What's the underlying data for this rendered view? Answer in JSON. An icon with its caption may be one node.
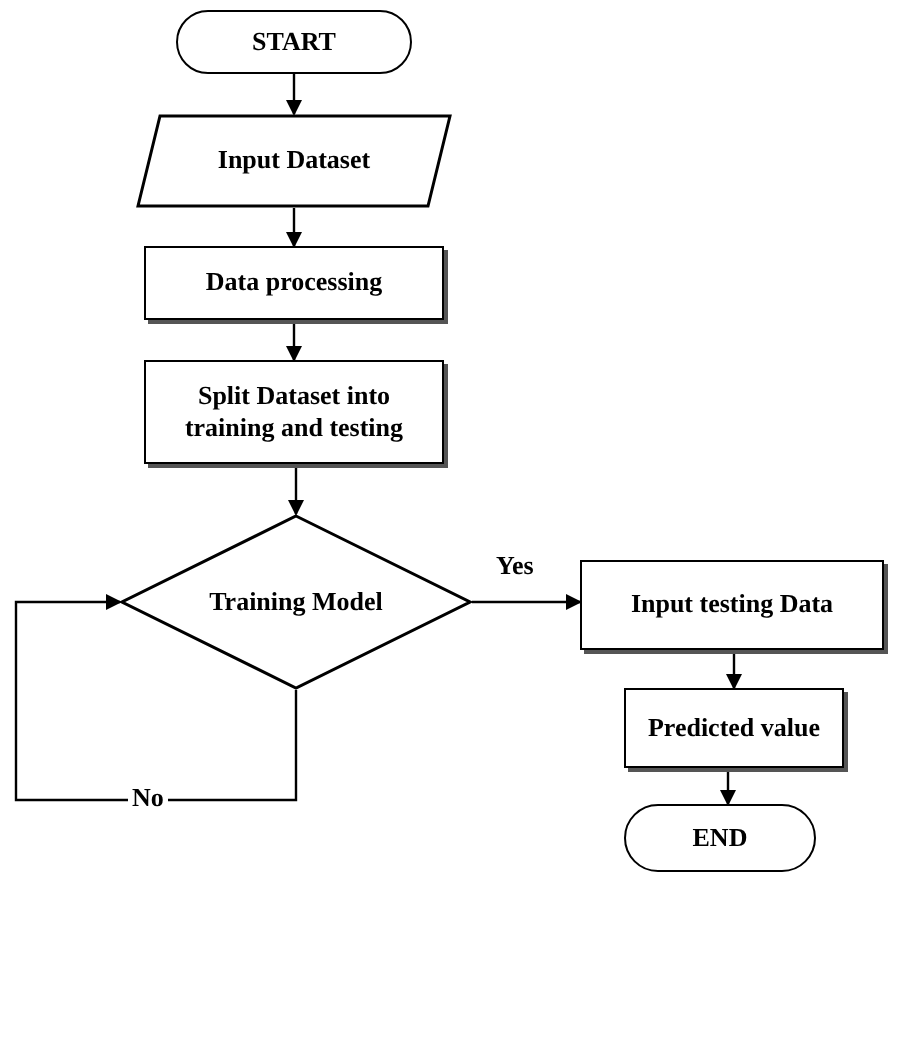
{
  "diagram": {
    "nodes": [
      {
        "text": [
          "START"
        ]
      },
      {
        "text": [
          "Input Dataset"
        ]
      },
      {
        "text": [
          "Data processing"
        ]
      },
      {
        "text": [
          "Split Dataset into training and testing"
        ]
      },
      {
        "text": [
          "Training Model"
        ]
      },
      {
        "text": [
          "Input testing Data"
        ]
      },
      {
        "text": [
          "Predicted value"
        ]
      },
      {
        "text": [
          "END"
        ]
      }
    ],
    "edges": [
      {
        "from": 0,
        "to": 1,
        "arrow": "to"
      },
      {
        "from": 1,
        "to": 2,
        "arrow": "to"
      },
      {
        "from": 2,
        "to": 3,
        "arrow": "to"
      },
      {
        "from": 3,
        "to": 4,
        "arrow": "to"
      },
      {
        "from": 4,
        "to": 5,
        "arrow": "to",
        "label": "Yes"
      },
      {
        "from": 4,
        "to": 4,
        "arrow": "to",
        "label": "No"
      },
      {
        "from": 5,
        "to": 6,
        "arrow": "to"
      },
      {
        "from": 6,
        "to": 7,
        "arrow": "to"
      }
    ]
  }
}
